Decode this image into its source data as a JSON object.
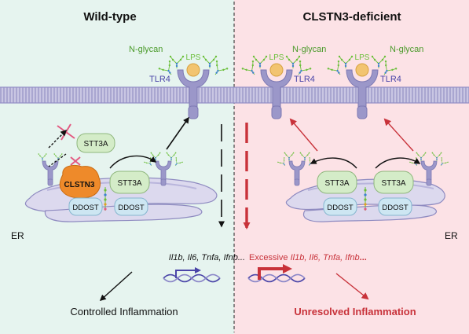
{
  "panels": {
    "left": {
      "title": "Wild-type",
      "er_label": "ER"
    },
    "right": {
      "title": "CLSTN3-deficient",
      "er_label": "ER"
    }
  },
  "labels": {
    "n_glycan": "N-glycan",
    "lps": "LPS",
    "tlr4": "TLR4",
    "stt3a": "STT3A",
    "clstn3": "CLSTN3",
    "ddost": "DDOST"
  },
  "genes": {
    "left": "Il1b, Il6, Tnfa, Ifnb...",
    "right_prefix": "Excessive ",
    "right_genes": "Il1b, Il6, Tnfa, Ifnb",
    "right_suffix": "..."
  },
  "outcomes": {
    "left": "Controlled Inflammation",
    "right": "Unresolved Inflammation"
  },
  "colors": {
    "left_bg": "#e6f4ef",
    "right_bg": "#fce2e6",
    "tlr4": "#9b97c9",
    "stt3a": "#d4ecc8",
    "clstn3": "#ee8a2a",
    "ddost": "#cde6f2",
    "er": "#dcd9ee",
    "accent_red": "#c8323a",
    "accent_blue": "#4a45a8",
    "glycan_green": "#6bbf3a",
    "lps": "#f2c470"
  }
}
